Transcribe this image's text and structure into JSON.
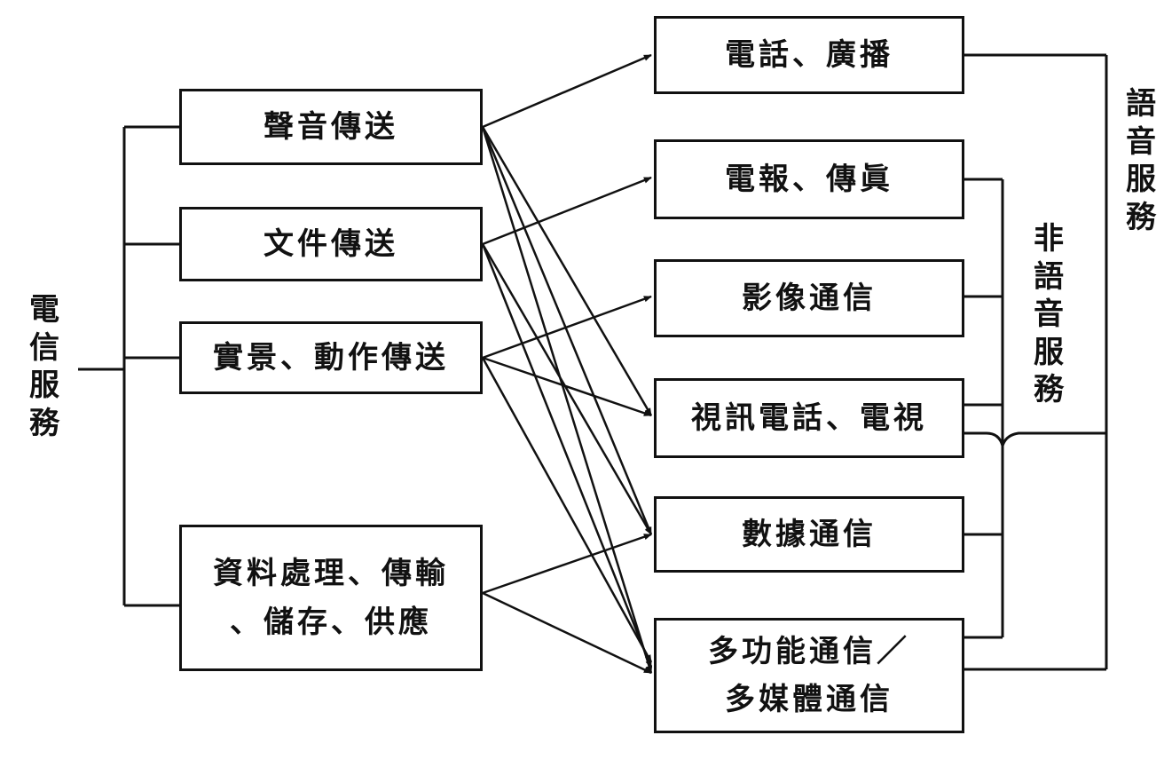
{
  "root_label": "電信服務",
  "sources": [
    {
      "id": "voice",
      "label": "聲音傳送"
    },
    {
      "id": "doc",
      "label": "文件傳送"
    },
    {
      "id": "scene",
      "label": "實景、動作傳送"
    },
    {
      "id": "data",
      "lines": [
        "資料處理、傳輸",
        "、儲存、供應"
      ]
    }
  ],
  "targets": [
    {
      "id": "phone",
      "label": "電話、廣播"
    },
    {
      "id": "telegram",
      "label": "電報、傳眞"
    },
    {
      "id": "image",
      "label": "影像通信"
    },
    {
      "id": "video",
      "label": "視訊電話、電視"
    },
    {
      "id": "datacomm",
      "label": "數據通信"
    },
    {
      "id": "multi",
      "lines": [
        "多功能通信／",
        "多媒體通信"
      ]
    }
  ],
  "groups": {
    "voice_service": "語音服務",
    "nonvoice_service": "非語音服務"
  },
  "connections": [
    {
      "from": "voice",
      "to": "phone"
    },
    {
      "from": "voice",
      "to": "video"
    },
    {
      "from": "voice",
      "to": "datacomm"
    },
    {
      "from": "voice",
      "to": "multi"
    },
    {
      "from": "doc",
      "to": "telegram"
    },
    {
      "from": "doc",
      "to": "datacomm"
    },
    {
      "from": "doc",
      "to": "multi"
    },
    {
      "from": "scene",
      "to": "image"
    },
    {
      "from": "scene",
      "to": "video"
    },
    {
      "from": "scene",
      "to": "multi"
    },
    {
      "from": "data",
      "to": "datacomm"
    },
    {
      "from": "data",
      "to": "multi"
    }
  ]
}
